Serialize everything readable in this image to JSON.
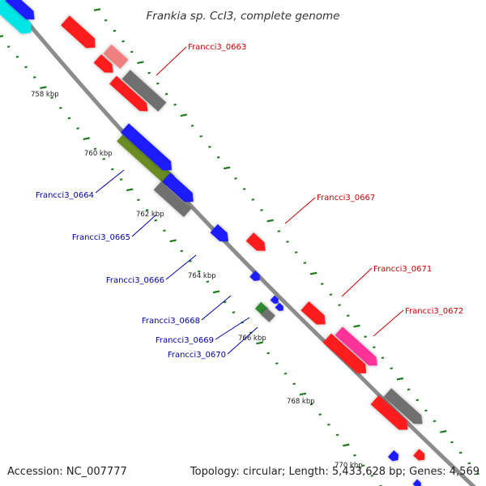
{
  "title": "Frankia sp. CcI3, complete genome",
  "footer": {
    "accession": "Accession: NC_007777",
    "summary": "Topology: circular; Length: 5,433,628 bp; Genes: 4,569"
  },
  "colors": {
    "forward_label": "#cc0000",
    "reverse_label": "#0000aa",
    "backbone": "#8c8c8c",
    "tick": "#1a7a1a",
    "gene_red": "#ff1a1a",
    "gene_blue": "#1a1aff",
    "gene_grey": "#707070",
    "gene_olive": "#6b8c23",
    "gene_pink": "#ff3399",
    "gene_salmon": "#f08080",
    "gene_cyan": "#00e5e5",
    "gene_green": "#2e8b2e"
  },
  "ticks": [
    {
      "label": "758 kbp"
    },
    {
      "label": "760 kbp"
    },
    {
      "label": "762 kbp"
    },
    {
      "label": "764 kbp"
    },
    {
      "label": "766 kbp"
    },
    {
      "label": "768 kbp"
    },
    {
      "label": "770 kbp"
    }
  ],
  "gene_labels": [
    {
      "id": "0663",
      "text": "Francci3_0663",
      "strand": "forward"
    },
    {
      "id": "0664",
      "text": "Francci3_0664",
      "strand": "reverse"
    },
    {
      "id": "0665",
      "text": "Francci3_0665",
      "strand": "reverse"
    },
    {
      "id": "0666",
      "text": "Francci3_0666",
      "strand": "reverse"
    },
    {
      "id": "0667",
      "text": "Francci3_0667",
      "strand": "forward"
    },
    {
      "id": "0668",
      "text": "Francci3_0668",
      "strand": "reverse"
    },
    {
      "id": "0669",
      "text": "Francci3_0669",
      "strand": "reverse"
    },
    {
      "id": "0670",
      "text": "Francci3_0670",
      "strand": "reverse"
    },
    {
      "id": "0671",
      "text": "Francci3_0671",
      "strand": "forward"
    },
    {
      "id": "0672",
      "text": "Francci3_0672",
      "strand": "forward"
    }
  ]
}
